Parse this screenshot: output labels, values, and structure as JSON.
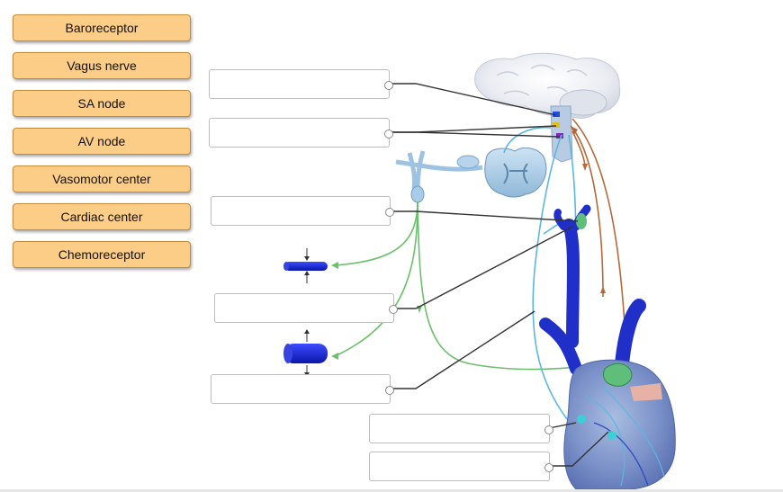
{
  "terms": [
    {
      "label": "Baroreceptor"
    },
    {
      "label": "Vagus nerve"
    },
    {
      "label": "SA node"
    },
    {
      "label": "AV node"
    },
    {
      "label": "Vasomotor center"
    },
    {
      "label": "Cardiac center"
    },
    {
      "label": "Chemoreceptor"
    }
  ],
  "colors": {
    "term_fill": "#fccd86",
    "sensory_nerve": "#5bb6e3",
    "motor_nerve": "#b5693a",
    "sympathetic_nerve": "#6cc06c",
    "vessel": "#1f2fc8",
    "leader_line": "#333333"
  },
  "icons": [
    "brain-image",
    "spinal-cord-icon",
    "heart-image",
    "constricted-vessel-icon",
    "dilated-vessel-icon"
  ]
}
